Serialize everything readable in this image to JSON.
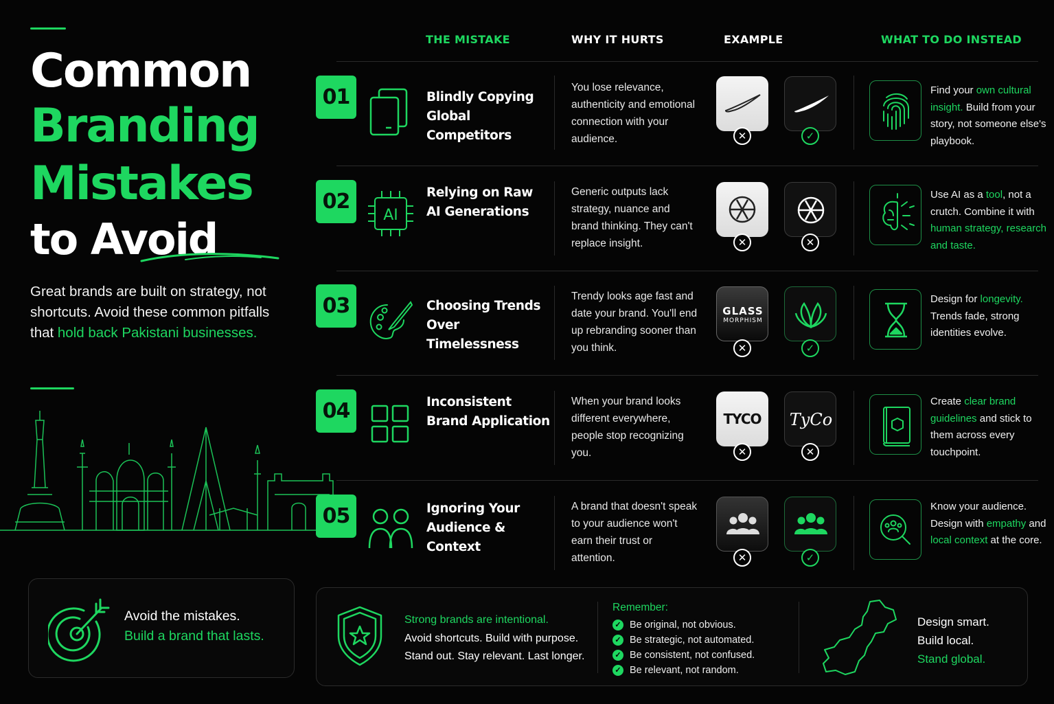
{
  "title": {
    "line1": "Common",
    "line2": "Branding",
    "line3": "Mistakes",
    "line4": "to Avoid"
  },
  "intro": {
    "text": "Great brands are built on strategy, not shortcuts. Avoid these common pitfalls that ",
    "highlight": "hold back Pakistani businesses."
  },
  "headers": {
    "mistake": "THE MISTAKE",
    "why": "WHY IT HURTS",
    "example": "EXAMPLE",
    "instead": "WHAT TO DO INSTEAD"
  },
  "rows": [
    {
      "num": "01",
      "icon": "copy-icon",
      "mistake": "Blindly Copying Global Competitors",
      "why": "You lose relevance, authenticity and emotional connection with your audience.",
      "example": {
        "left": "swoosh-logo",
        "left_status": "wrong",
        "right": "swoosh-logo",
        "right_status": "right"
      },
      "do_icon": "fingerprint-icon",
      "do_pre": "Find your ",
      "do_hl": "own cultural insight.",
      "do_post": " Build from your story, not someone else's playbook."
    },
    {
      "num": "02",
      "icon": "ai-chip-icon",
      "mistake": "Relying on Raw AI Generations",
      "chip_label": "AI",
      "why": "Generic outputs lack strategy, nuance and brand thinking. They can't replace insight.",
      "example": {
        "left": "ai-knot-logo",
        "left_status": "wrong",
        "right": "ai-knot-logo",
        "right_status": "wrong"
      },
      "do_icon": "brain-icon",
      "do_pre": "Use AI as a ",
      "do_hl": "tool",
      "do_mid": ", not a crutch. Combine it with ",
      "do_hl2": "human strategy, research and taste."
    },
    {
      "num": "03",
      "icon": "palette-icon",
      "mistake": "Choosing Trends Over Timelessness",
      "why": "Trendy looks age fast and date your brand. You'll end up rebranding sooner than you think.",
      "example": {
        "left_line1": "GLASS",
        "left_line2": "MORPHISM",
        "left_status": "wrong",
        "right": "leaf-logo",
        "right_status": "right"
      },
      "do_icon": "hourglass-icon",
      "do_pre": "Design for ",
      "do_hl": "longevity.",
      "do_post": " Trends fade, strong identities evolve."
    },
    {
      "num": "04",
      "icon": "grid-icon",
      "mistake": "Inconsistent Brand Application",
      "why": "When your brand looks different everywhere, people stop recognizing you.",
      "example": {
        "left_text": "TYCO",
        "right_text": "TyCo",
        "left_status": "wrong",
        "right_status": "wrong"
      },
      "do_icon": "guidelines-book-icon",
      "do_pre": "Create ",
      "do_hl": "clear brand guidelines",
      "do_post": " and stick to them across every touchpoint."
    },
    {
      "num": "05",
      "icon": "people-icon",
      "mistake": "Ignoring Your Audience & Context",
      "why": "A brand that doesn't speak to your audience won't earn their trust or attention.",
      "example": {
        "left": "group-logo",
        "left_status": "wrong",
        "right": "group-logo",
        "right_status": "right"
      },
      "do_icon": "audience-search-icon",
      "do_pre": "Know your audience. Design with ",
      "do_hl": "empathy",
      "do_mid": " and ",
      "do_hl2": "local context",
      "do_post": " at the core."
    }
  ],
  "footer_left": {
    "line1": "Avoid the mistakes.",
    "line2": "Build a brand that lasts."
  },
  "footer_mid": {
    "headline": "Strong brands are intentional.",
    "line2": "Avoid shortcuts. Build with purpose.",
    "line3": "Stand out. Stay relevant. Last longer."
  },
  "remember": {
    "title": "Remember:",
    "items": [
      "Be original, not obvious.",
      "Be strategic, not automated.",
      "Be consistent, not confused.",
      "Be relevant, not random."
    ]
  },
  "footer_right": {
    "line1": "Design smart.",
    "line2": "Build local.",
    "line3": "Stand global."
  },
  "colors": {
    "accent": "#1ed760",
    "background": "#050505",
    "text": "#ffffff"
  }
}
